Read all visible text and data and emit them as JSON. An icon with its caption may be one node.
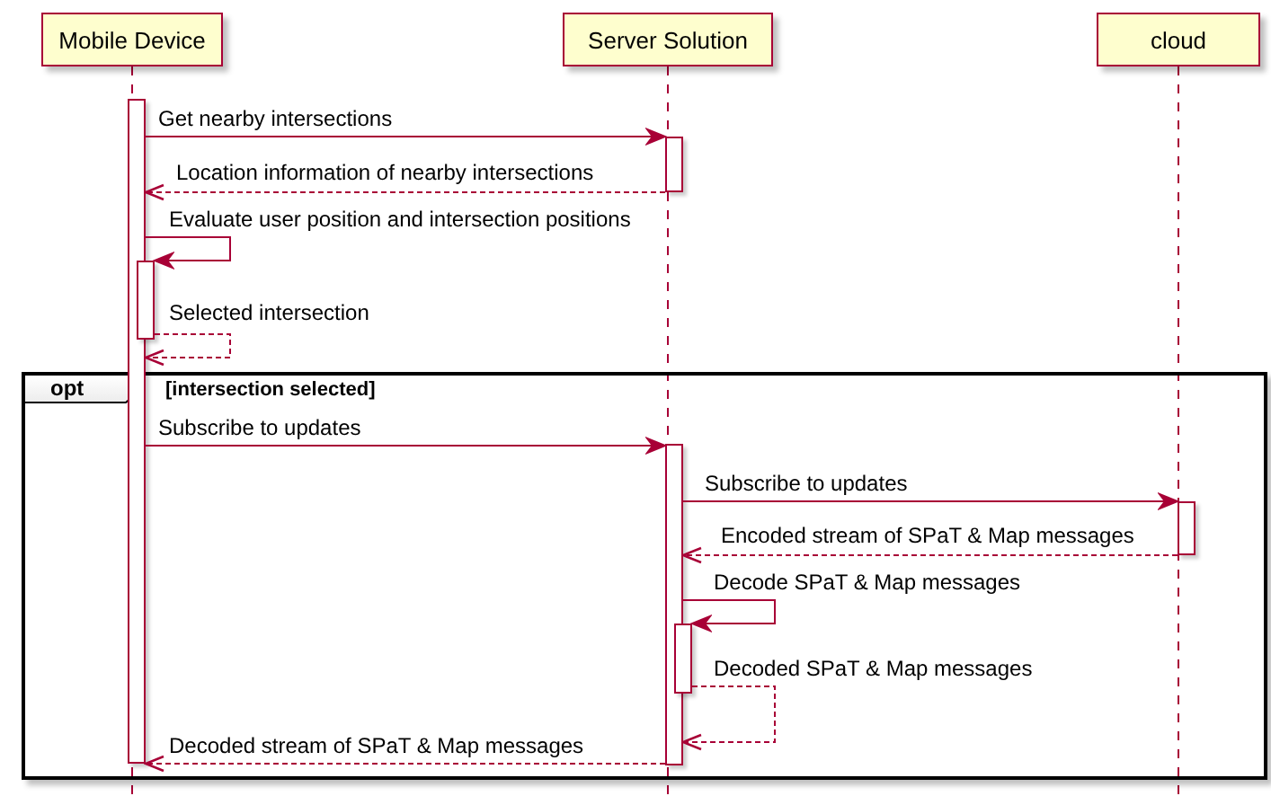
{
  "diagram": {
    "nodes": [
      {
        "text": [
          "Mobile Device"
        ]
      },
      {
        "text": [
          "Server Solution"
        ]
      },
      {
        "text": [
          "cloud"
        ]
      },
      {
        "text": [],
        "shape": "bar"
      },
      {
        "text": [],
        "shape": "bar"
      },
      {
        "text": [],
        "shape": "bar"
      },
      {
        "text": [
          "opt",
          "[intersection selected]"
        ]
      },
      {
        "text": [],
        "shape": "bar",
        "in": 6
      },
      {
        "text": [],
        "shape": "bar",
        "in": 6
      },
      {
        "text": [],
        "shape": "bar",
        "in": 6
      }
    ],
    "edges": [
      {
        "from": 3,
        "to": 4,
        "arrow": "to",
        "label": "Get nearby intersections"
      },
      {
        "from": 4,
        "to": 3,
        "arrow": "to",
        "label": "Location information of nearby intersections",
        "style": "dashed"
      },
      {
        "from": 3,
        "to": 5,
        "arrow": "to",
        "label": "Evaluate user position and intersection positions"
      },
      {
        "from": 5,
        "to": 3,
        "arrow": "to",
        "label": "Selected intersection",
        "style": "dashed"
      },
      {
        "from": 3,
        "to": 7,
        "arrow": "to",
        "label": "Subscribe to updates"
      },
      {
        "from": 7,
        "to": 8,
        "arrow": "to",
        "label": "Subscribe to updates"
      },
      {
        "from": 8,
        "to": 7,
        "arrow": "to",
        "label": "Encoded stream of SPaT & Map messages",
        "style": "dashed"
      },
      {
        "from": 7,
        "to": 9,
        "arrow": "to",
        "label": "Decode SPaT & Map messages"
      },
      {
        "from": 9,
        "to": 7,
        "arrow": "to",
        "label": "Decoded SPaT & Map messages",
        "style": "dashed"
      },
      {
        "from": 7,
        "to": 3,
        "arrow": "to",
        "label": "Decoded stream of SPaT & Map messages",
        "style": "dashed"
      }
    ]
  }
}
